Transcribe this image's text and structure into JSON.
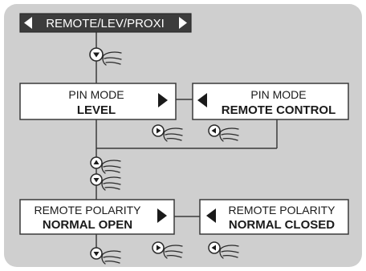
{
  "header": {
    "label": "REMOTE/LEV/PROXI"
  },
  "menu_items": [
    {
      "id": "pin-mode-level",
      "line1": "PIN MODE",
      "line2": "LEVEL"
    },
    {
      "id": "pin-mode-remote-control",
      "line1": "PIN MODE",
      "line2": "REMOTE CONTROL"
    },
    {
      "id": "remote-polarity-normal-open",
      "line1": "REMOTE POLARITY",
      "line2": "NORMAL OPEN"
    },
    {
      "id": "remote-polarity-normal-closed",
      "line1": "REMOTE POLARITY",
      "line2": "NORMAL CLOSED"
    }
  ],
  "key_icons": [
    "down-key-icon",
    "right-key-icon",
    "left-key-icon",
    "up-key-icon"
  ],
  "colors": {
    "panel_background": "#cfcfcf",
    "header_background": "#3c3c3c",
    "header_text": "#ffffff",
    "box_background": "#ffffff",
    "box_border": "#3a3a3a",
    "text": "#1a1a1a",
    "line": "#3a3a3a"
  }
}
